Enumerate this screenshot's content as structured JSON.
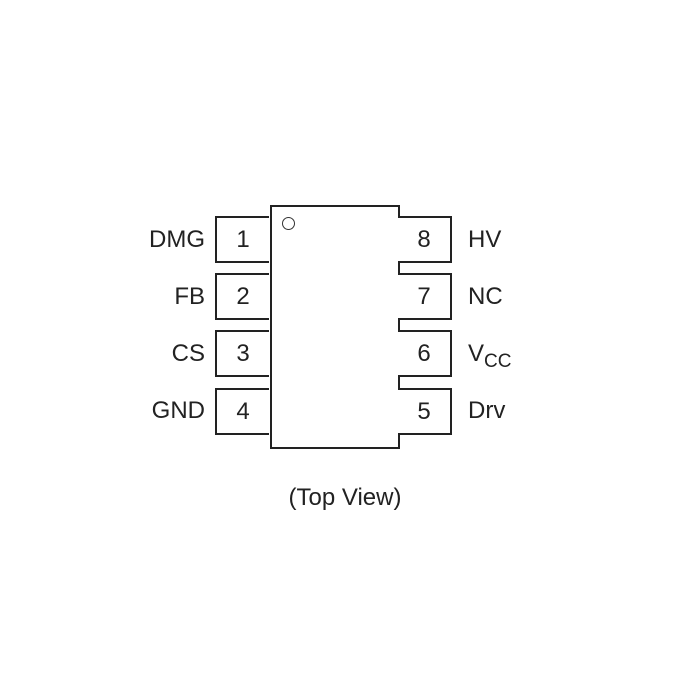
{
  "pins": [
    {
      "number": "1",
      "name": "DMG"
    },
    {
      "number": "2",
      "name": "FB"
    },
    {
      "number": "3",
      "name": "CS"
    },
    {
      "number": "4",
      "name": "GND"
    },
    {
      "number": "5",
      "name": "Drv"
    },
    {
      "number": "6",
      "name": "V",
      "name_sub": "CC"
    },
    {
      "number": "7",
      "name": "NC"
    },
    {
      "number": "8",
      "name": "HV"
    }
  ],
  "caption": "(Top View)"
}
